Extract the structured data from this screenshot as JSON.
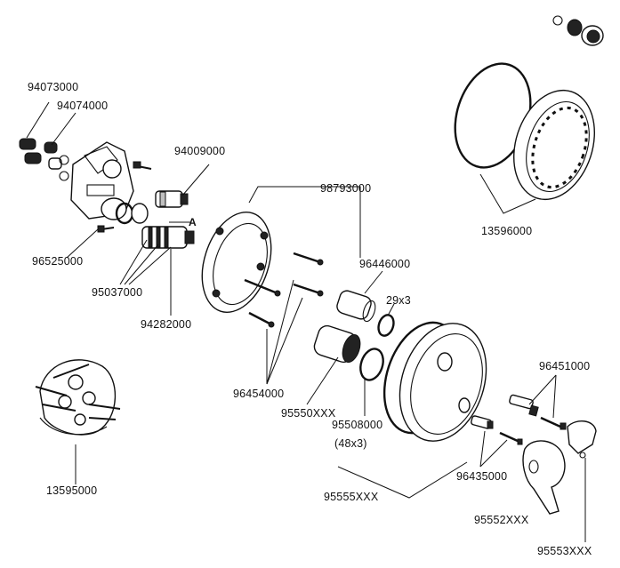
{
  "diagram": {
    "accent": "#111111",
    "labels": {
      "p94073000": "94073000",
      "p94074000": "94074000",
      "p94009000": "94009000",
      "pA": "A",
      "p96525000": "96525000",
      "p95037000": "95037000",
      "p94282000": "94282000",
      "p98793000": "98793000",
      "p96446000": "96446000",
      "p29x3": "29x3",
      "p96454000": "96454000",
      "p95550XXX": "95550XXX",
      "p95508000": "95508000",
      "p48x3": "(48x3)",
      "p95555XXX": "95555XXX",
      "p13596000": "13596000",
      "p96451000": "96451000",
      "p96435000": "96435000",
      "p95552XXX": "95552XXX",
      "p95553XXX": "95553XXX",
      "p13595000": "13595000"
    }
  }
}
